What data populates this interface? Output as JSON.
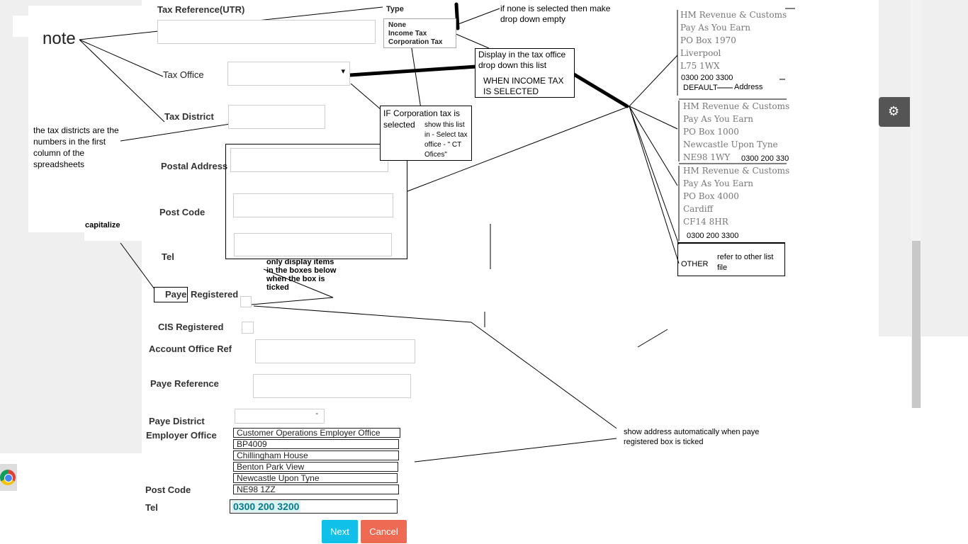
{
  "form": {
    "tax_reference_label": "Tax Reference(UTR)",
    "tax_office_label": "Tax  Office",
    "tax_office_arrow": "▾",
    "tax_district_label": "Tax District",
    "postal_address_label": "Postal Address",
    "post_code_label": "Post Code",
    "tel_label": "Tel",
    "paye_label_boxed": "Paye",
    "paye_label_rest": " Registered",
    "cis_label": "CIS Registered",
    "account_office_ref_label": "Account Office Ref",
    "paye_reference_label": "Paye Reference",
    "paye_district_label": "Paye District",
    "employer_office_label": "Employer Office",
    "employer_lines": [
      "Customer Operations Employer Office",
      "BP4009",
      "Chillingham House",
      "Benton Park View",
      "Newcastle Upon Tyne"
    ],
    "employer_post_code_label": "Post Code",
    "employer_post_code": "NE98 1ZZ",
    "employer_tel_label": "Tel",
    "employer_tel": "0300 200 3200",
    "paye_district_dash": "-",
    "next_label": "Next",
    "cancel_label": "Cancel"
  },
  "type_box": {
    "title": "Type",
    "options": [
      "None",
      "Income Tax",
      "Corporation Tax"
    ]
  },
  "notes": {
    "note": "note",
    "dropdown_empty": [
      "if none is selected then make",
      "drop down empty"
    ],
    "display_list": [
      "Display in the tax office",
      "drop down this list"
    ],
    "when_income": [
      "WHEN INCOME TAX",
      "IS SELECTED"
    ],
    "if_corp_1": [
      "IF Corporation tax is",
      "selected"
    ],
    "if_corp_2": [
      "show this list",
      "in - Select tax",
      "office - \" CT",
      "Ofices\""
    ],
    "districts": [
      "the tax districts are the",
      "numbers in the first",
      "column of the",
      "spreadsheets"
    ],
    "capitalize": "capitalize",
    "only_display": [
      "only display items",
      "in the boxes below",
      "when the box is",
      "ticked"
    ],
    "show_address": [
      "show address automatically when  paye",
      "registered box is ticked"
    ],
    "refer_other": [
      "refer to other list",
      "file"
    ],
    "other": "OTHER",
    "default_label": "DEFAULT",
    "address_label": "Address"
  },
  "offices": [
    {
      "lines": [
        "HM Revenue & Customs",
        "Pay As You Earn",
        "PO Box 1970",
        "Liverpool",
        "L75 1WX"
      ],
      "tel": "0300 200 3300"
    },
    {
      "lines": [
        "HM Revenue & Customs",
        "Pay As You Earn",
        "PO Box 1000",
        "Newcastle Upon Tyne",
        "NE98 1WY"
      ],
      "tel": "0300 200 330"
    },
    {
      "lines": [
        "HM Revenue & Customs",
        "Pay As You Earn",
        "PO Box 4000",
        "Cardiff",
        "CF14 8HR"
      ],
      "tel": "0300 200 3300"
    }
  ],
  "colors": {
    "next": "#11c0e8",
    "cancel": "#ee6a52",
    "tel_highlight": "#d9f2f2",
    "tel_text": "#0a7a8a",
    "settings_bg": "#555555"
  },
  "icons": {
    "settings": "gear-icon",
    "browser": "chrome-icon"
  }
}
